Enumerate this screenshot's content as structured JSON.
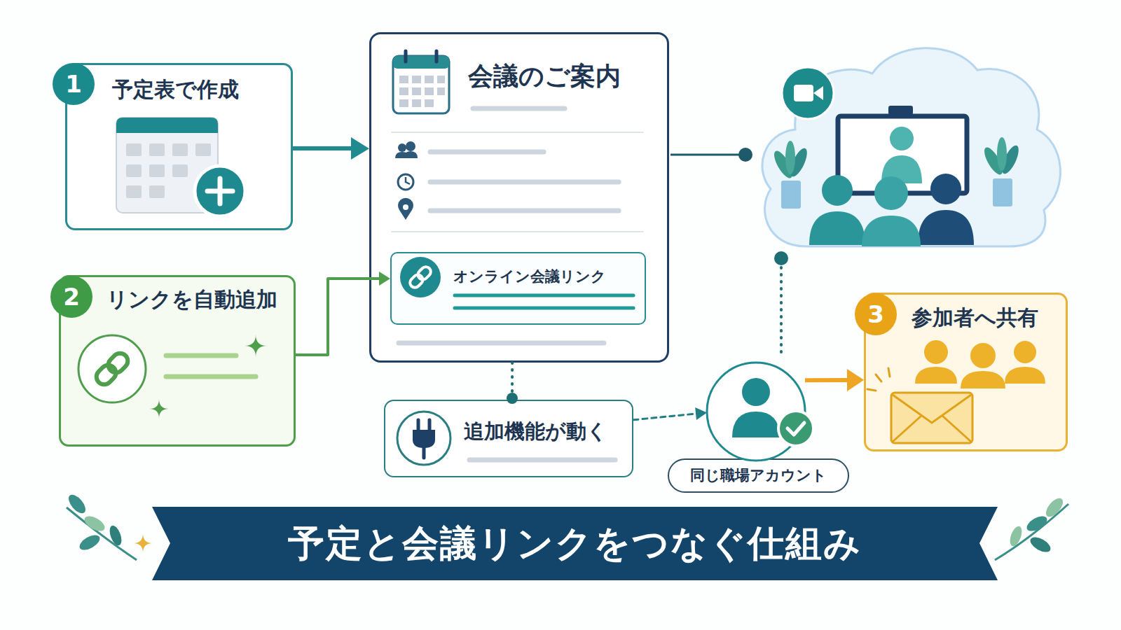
{
  "diagram": {
    "title": "予定と会議リンクをつなぐ仕組み",
    "nodes": [
      {
        "text": [
          "予定表で作成"
        ]
      },
      {
        "text": [
          "1"
        ],
        "in": 0
      },
      {
        "text": [
          "会議のご案内"
        ]
      },
      {
        "text": [
          "オンライン会議リンク"
        ],
        "in": 2
      },
      {
        "text": [
          "リンクを自動追加"
        ]
      },
      {
        "text": [
          "2"
        ],
        "in": 4
      },
      {
        "text": [
          "参加者へ共有"
        ]
      },
      {
        "text": [
          "3"
        ],
        "in": 6
      },
      {
        "text": [
          "追加機能が動く"
        ]
      },
      {
        "text": [
          "同じ職場アカウント"
        ]
      }
    ],
    "edges": [
      {
        "from": 0,
        "to": 2,
        "arrow": "to"
      },
      {
        "from": 4,
        "to": 3,
        "arrow": "to"
      },
      {
        "from": 2,
        "to": 8,
        "arrow": "none"
      },
      {
        "from": 8,
        "to": 9,
        "arrow": "to"
      },
      {
        "from": 9,
        "to": 6,
        "arrow": "to"
      }
    ]
  }
}
